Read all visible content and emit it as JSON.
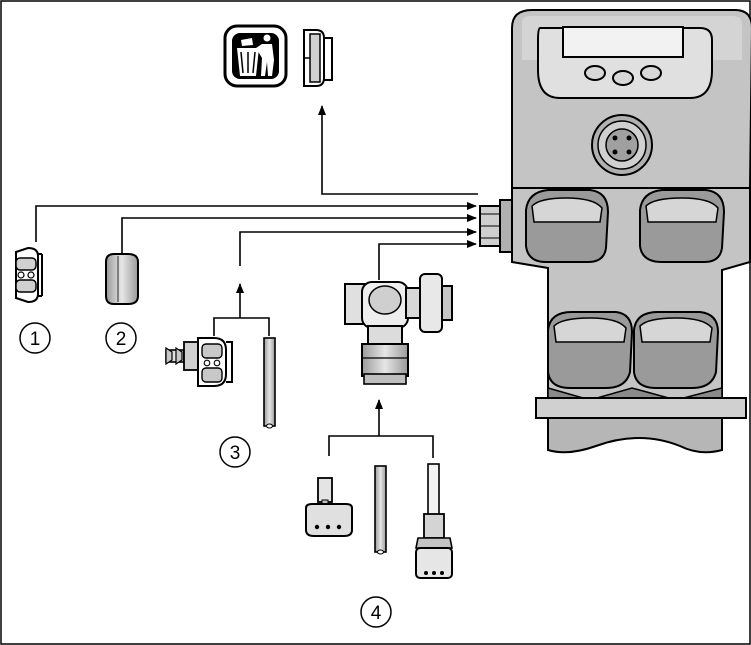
{
  "callouts": [
    {
      "id": "1",
      "label": "1"
    },
    {
      "id": "2",
      "label": "2"
    },
    {
      "id": "3",
      "label": "3"
    },
    {
      "id": "4",
      "label": "4"
    }
  ],
  "icons": {
    "disposal": "trash-bin-disposal-icon"
  },
  "colors": {
    "line": "#000000",
    "device_fill": "#bdbdbd",
    "device_dark": "#8a8a8a",
    "background": "#ffffff"
  }
}
